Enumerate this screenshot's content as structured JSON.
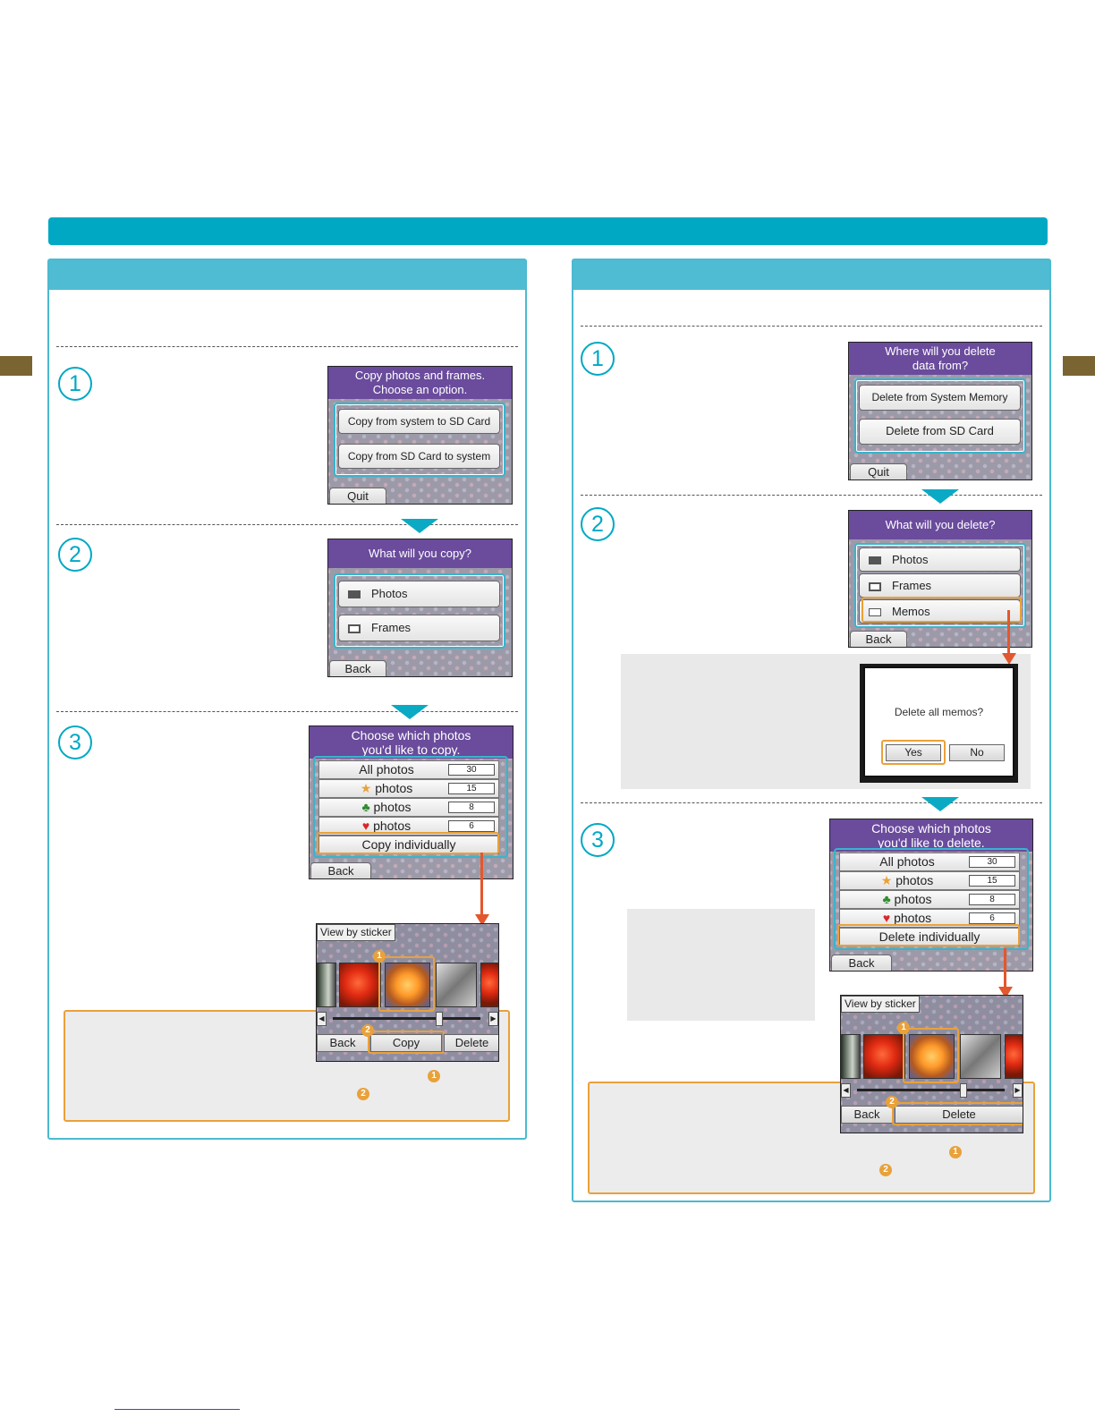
{
  "copy_section": {
    "step1": {
      "number": "1",
      "screen_header": "Copy photos and frames.\nChoose an option.",
      "options": [
        "Copy from system to SD Card",
        "Copy from SD Card to system"
      ],
      "quit_label": "Quit"
    },
    "step2": {
      "number": "2",
      "screen_header": "What will you copy?",
      "options": [
        "Photos",
        "Frames"
      ],
      "back_label": "Back"
    },
    "step3": {
      "number": "3",
      "screen_header": "Choose which photos\nyou'd like to copy.",
      "rows": [
        {
          "label": "All photos",
          "count": "30",
          "icon": ""
        },
        {
          "label": "photos",
          "count": "15",
          "icon": "★"
        },
        {
          "label": "photos",
          "count": "8",
          "icon": "♣"
        },
        {
          "label": "photos",
          "count": "6",
          "icon": "♥"
        }
      ],
      "individual_label": "Copy individually",
      "back_label": "Back"
    },
    "viewer": {
      "title": "View by sticker",
      "back_label": "Back",
      "action_label": "Copy",
      "delete_label": "Delete",
      "badge1": "1",
      "badge2": "2"
    }
  },
  "delete_section": {
    "step1": {
      "number": "1",
      "screen_header": "Where will you delete\ndata from?",
      "options": [
        "Delete from System Memory",
        "Delete from SD Card"
      ],
      "quit_label": "Quit"
    },
    "step2": {
      "number": "2",
      "screen_header": "What will you delete?",
      "options": [
        "Photos",
        "Frames",
        "Memos"
      ],
      "back_label": "Back"
    },
    "dialog": {
      "message": "Delete all memos?",
      "yes_label": "Yes",
      "no_label": "No"
    },
    "step3": {
      "number": "3",
      "screen_header": "Choose which photos\nyou'd like to delete.",
      "rows": [
        {
          "label": "All photos",
          "count": "30",
          "icon": ""
        },
        {
          "label": "photos",
          "count": "15",
          "icon": "★"
        },
        {
          "label": "photos",
          "count": "8",
          "icon": "♣"
        },
        {
          "label": "photos",
          "count": "6",
          "icon": "♥"
        }
      ],
      "individual_label": "Delete individually",
      "back_label": "Back"
    },
    "viewer": {
      "title": "View by sticker",
      "back_label": "Back",
      "action_label": "Delete",
      "badge1": "1",
      "badge2": "2"
    }
  },
  "colors": {
    "title_bar": "#00a8c4",
    "panel_header": "#4fbcd3",
    "highlight_cyan": "#38b4cc",
    "highlight_orange": "#e9a13a",
    "arrow_red": "#e3572e",
    "screen_header": "#6a4b9c",
    "edge_tab": "#7a6432"
  }
}
